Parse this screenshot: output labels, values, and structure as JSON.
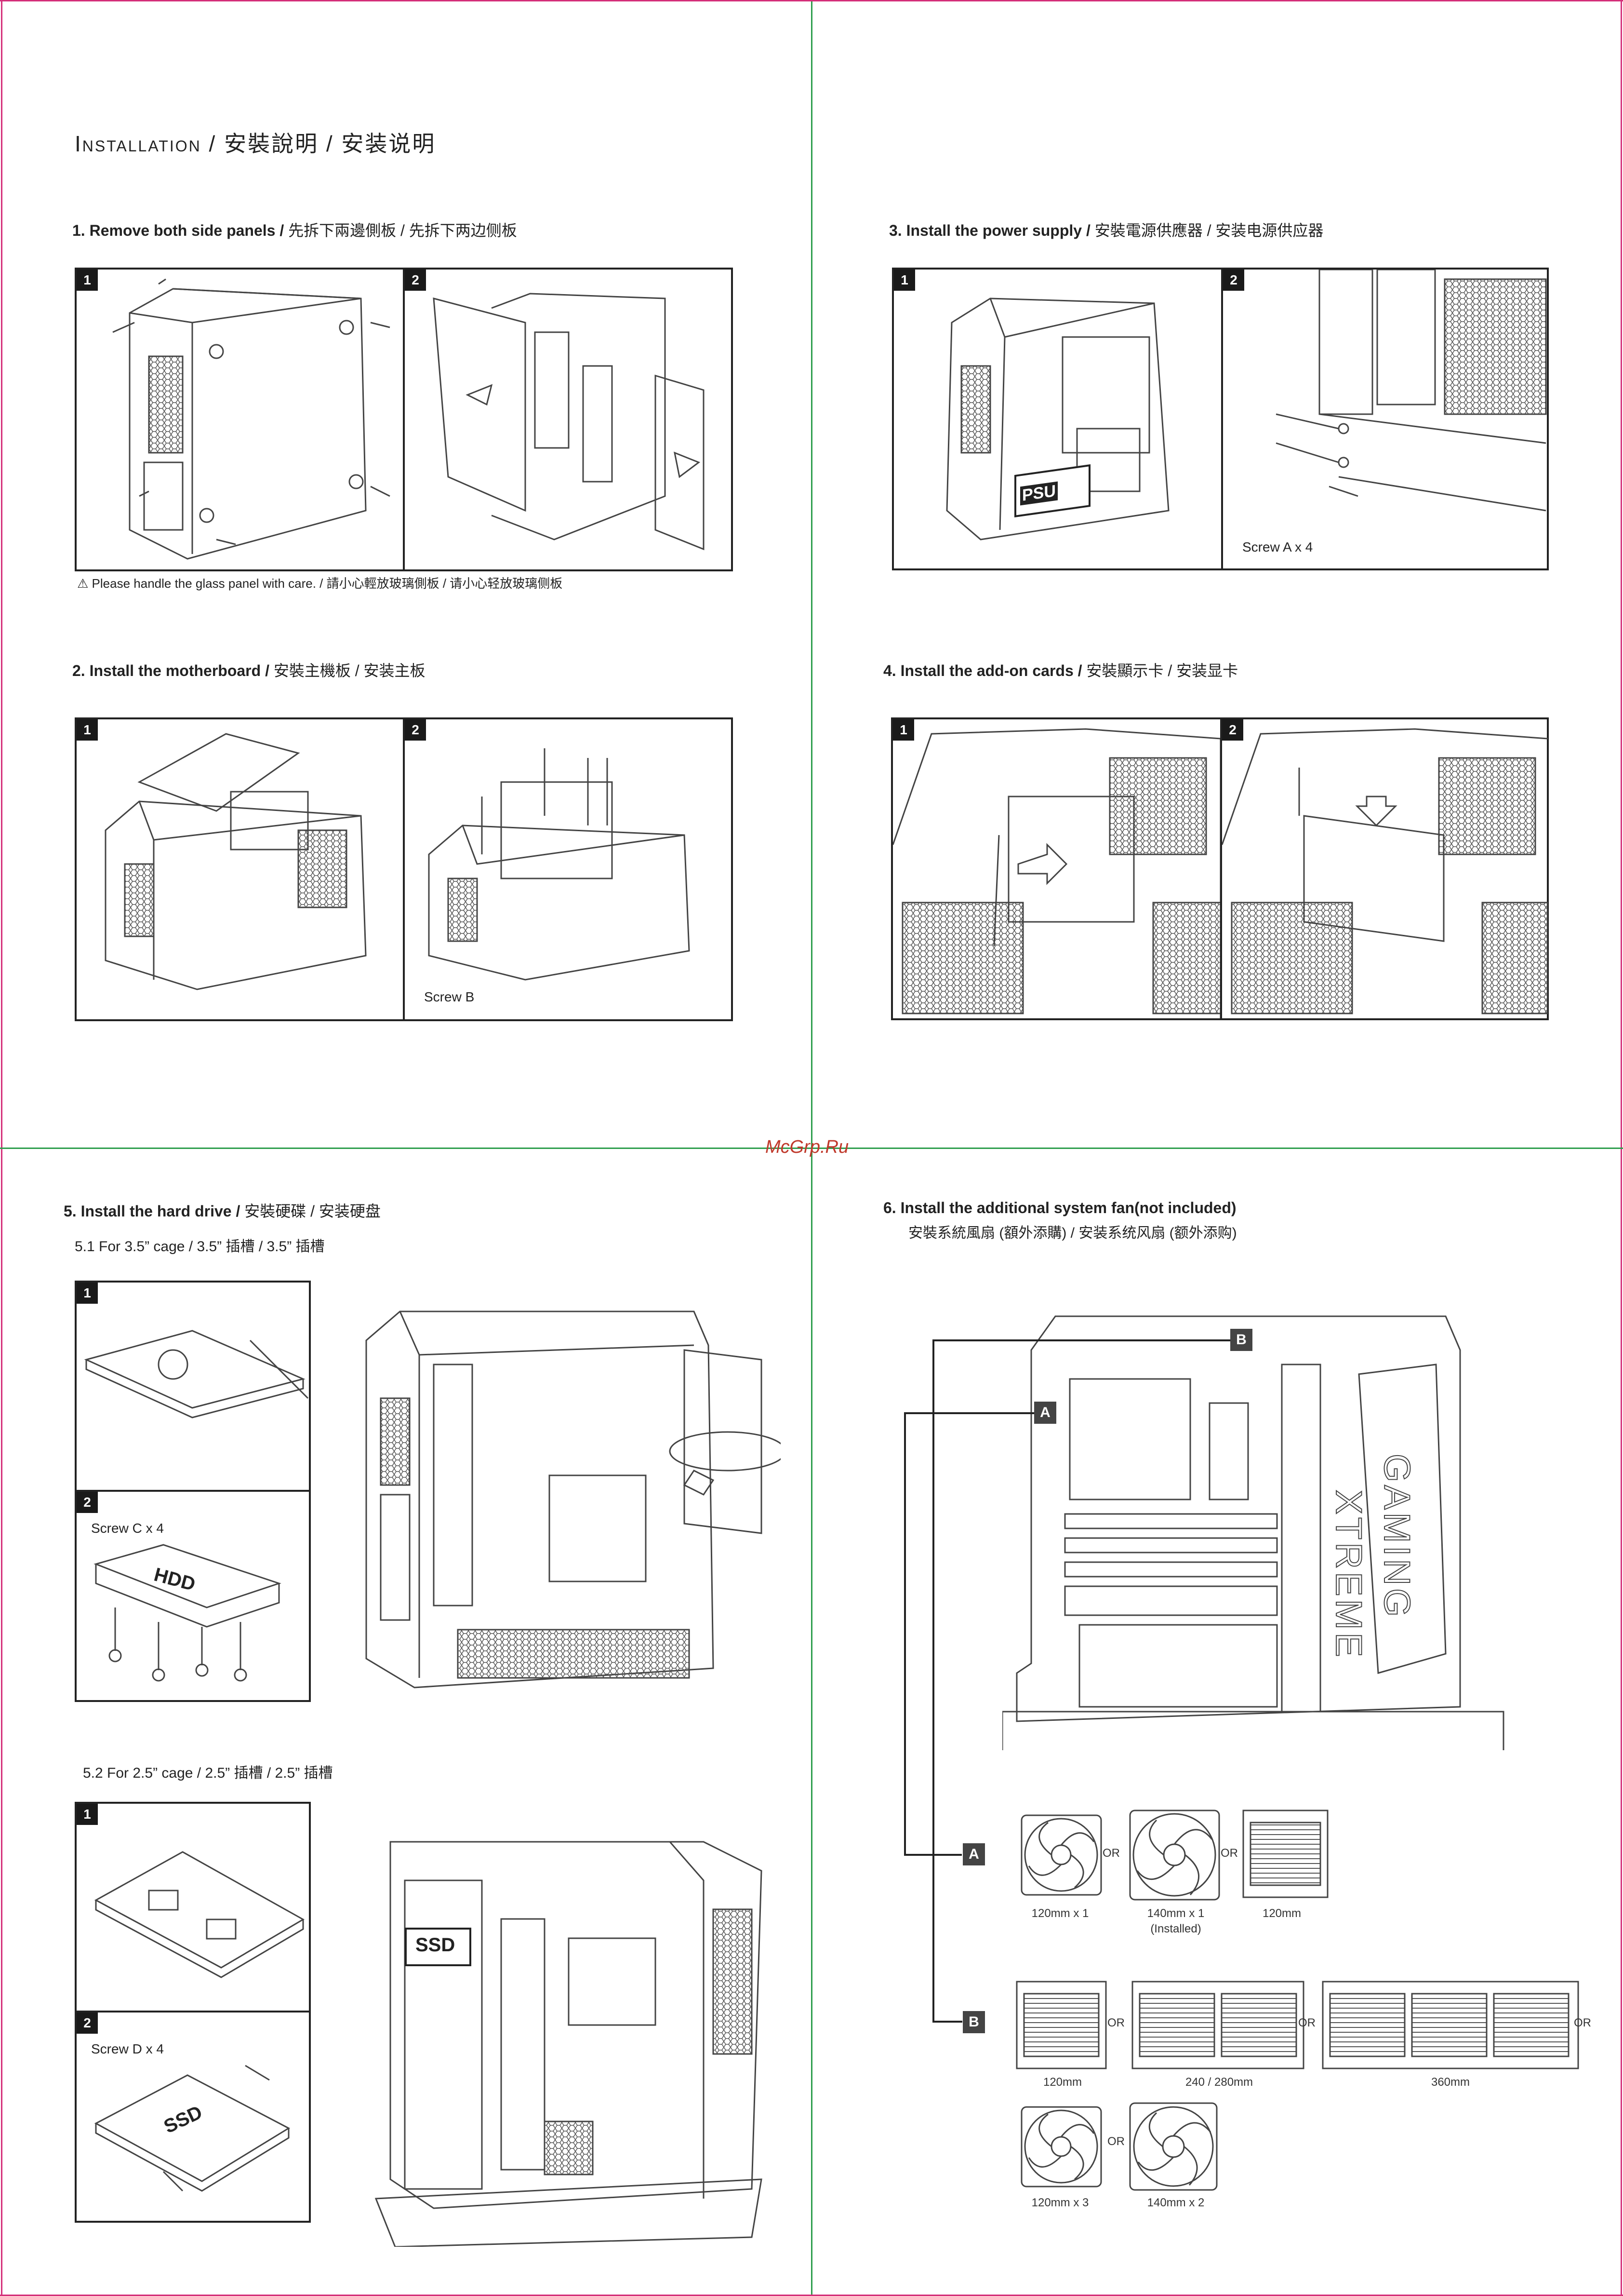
{
  "page": {
    "title": "Installation / 安裝說明 / 安装说明",
    "watermark": "McGrp.Ru"
  },
  "colors": {
    "crop_magenta": "#d4307a",
    "crop_green": "#2e9e4e",
    "watermark": "#c0392b"
  },
  "sections": {
    "s1": {
      "heading": "1.  Remove both side panels / ",
      "sub": "先拆下兩邊側板 / 先拆下两边侧板",
      "step1": "1",
      "step2": "2",
      "note": "Please handle the glass panel with care. / 請小心輕放玻璃側板 / 请小心轻放玻璃侧板"
    },
    "s2": {
      "heading": "2.  Install the motherboard / ",
      "sub": "安裝主機板 / 安装主板",
      "step1": "1",
      "step2": "2",
      "screw": "Screw B"
    },
    "s3": {
      "heading": "3.  Install the power supply / ",
      "sub": "安裝電源供應器 / 安装电源供应器",
      "step1": "1",
      "step2": "2",
      "psu": "PSU",
      "screw": "Screw A x 4"
    },
    "s4": {
      "heading": "4.  Install the add-on cards / ",
      "sub": "安裝顯示卡 / 安装显卡",
      "step1": "1",
      "step2": "2"
    },
    "s5": {
      "heading": "5. Install the hard drive / ",
      "sub": "安裝硬碟 / 安装硬盘",
      "cage35": "5.1 For 3.5” cage /  3.5” 插槽 /  3.5” 插槽",
      "cage25": "5.2 For 2.5” cage / 2.5” 插槽 /  2.5” 插槽",
      "step1": "1",
      "step2": "2",
      "screwC": "Screw C x 4",
      "screwD": "Screw D x 4",
      "hdd": "HDD",
      "ssd": "SSD"
    },
    "s6": {
      "heading": "6.  Install the additional system fan(not included)",
      "sub": "安裝系統風扇 (額外添購)  / 安装系统风扇 (额外添购)",
      "label_a": "A",
      "label_b": "B",
      "brand1": "XTREME",
      "brand2": "GAMING",
      "or": "OR",
      "a_options": [
        "120mm x 1",
        "140mm x 1",
        "(Installed)",
        "120mm"
      ],
      "b_options": [
        "120mm",
        "240 / 280mm",
        "360mm",
        "120mm x 3",
        "140mm x 2"
      ]
    }
  }
}
